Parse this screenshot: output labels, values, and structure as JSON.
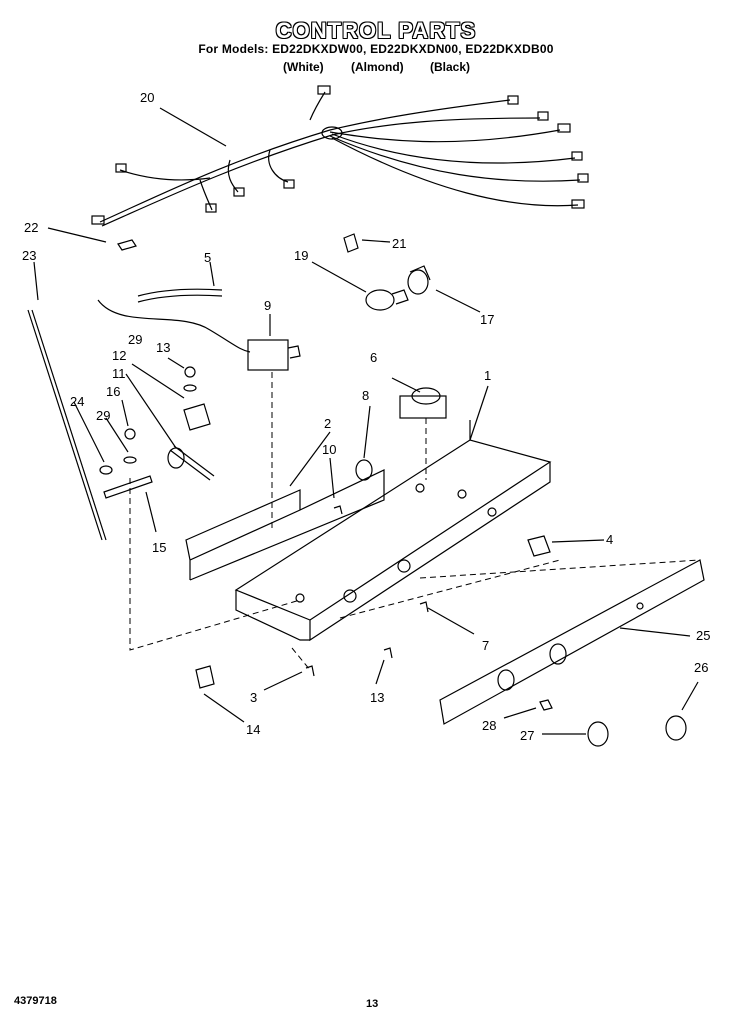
{
  "header": {
    "title": "CONTROL PARTS",
    "models_line": "For Models: ED22DKXDW00, ED22DKXDN00, ED22DKXDB00",
    "color_white": "(White)",
    "color_almond": "(Almond)",
    "color_black": "(Black)"
  },
  "callouts": [
    "20",
    "22",
    "23",
    "5",
    "21",
    "19",
    "17",
    "9",
    "29",
    "13",
    "12",
    "11",
    "16",
    "24",
    "29",
    "6",
    "8",
    "1",
    "2",
    "10",
    "15",
    "4",
    "7",
    "25",
    "3",
    "13",
    "14",
    "28",
    "27",
    "26"
  ],
  "footer": {
    "doc_number": "4379718",
    "page_number": "13"
  }
}
